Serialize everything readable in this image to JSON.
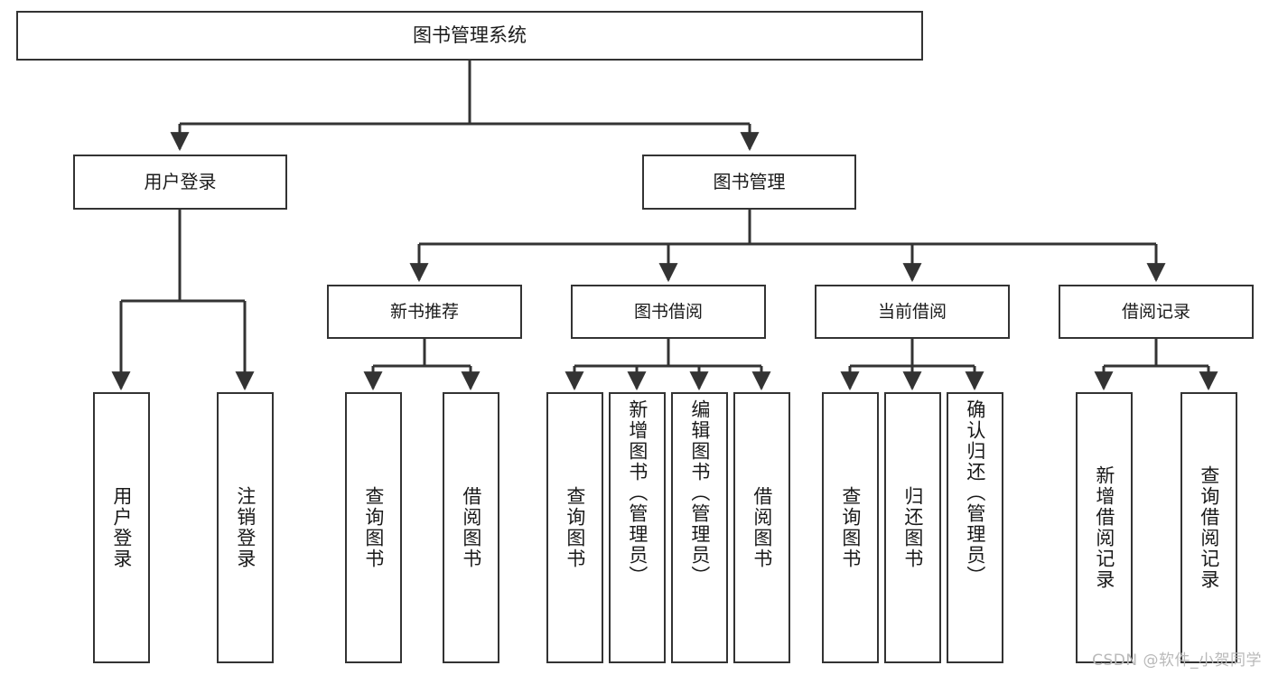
{
  "diagram": {
    "title": "图书管理系统",
    "type": "tree-hierarchy",
    "watermark": "CSDN @软件_小贺同学",
    "colors": {
      "box_border": "#333333",
      "box_fill": "#ffffff",
      "edge": "#333333",
      "text": "#1a1a1a",
      "watermark": "#b9b9b9",
      "background": "#ffffff"
    },
    "root": {
      "label": "图书管理系统"
    },
    "level2": [
      {
        "label": "用户登录"
      },
      {
        "label": "图书管理"
      }
    ],
    "level3": [
      {
        "label": "新书推荐"
      },
      {
        "label": "图书借阅"
      },
      {
        "label": "当前借阅"
      },
      {
        "label": "借阅记录"
      }
    ],
    "leaves": {
      "user_login": [
        {
          "label": "用户登录"
        },
        {
          "label": "注销登录"
        }
      ],
      "new_book_recommend": [
        {
          "label": "查询图书"
        },
        {
          "label": "借阅图书"
        }
      ],
      "book_borrow": [
        {
          "label": "查询图书"
        },
        {
          "label": "新增图书（管理员）"
        },
        {
          "label": "编辑图书（管理员）"
        },
        {
          "label": "借阅图书"
        }
      ],
      "current_borrow": [
        {
          "label": "查询图书"
        },
        {
          "label": "归还图书"
        },
        {
          "label": "确认归还（管理员）"
        }
      ],
      "borrow_record": [
        {
          "label": "新增借阅记录"
        },
        {
          "label": "查询借阅记录"
        }
      ]
    }
  }
}
